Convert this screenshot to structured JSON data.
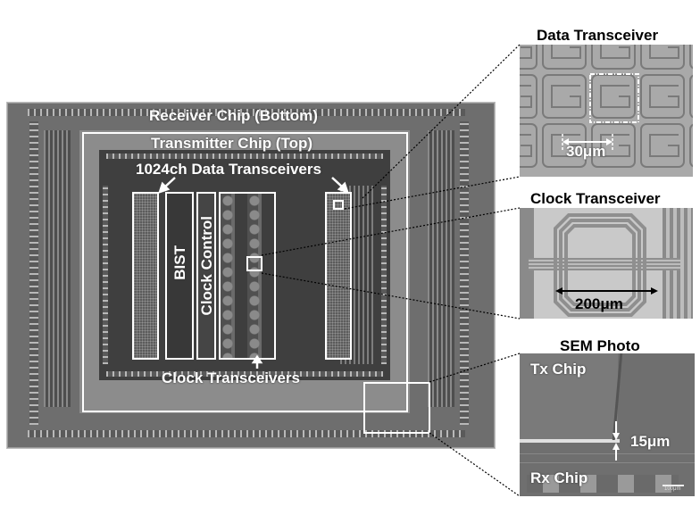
{
  "main_photo": {
    "labels": {
      "receiver_chip": "Receiver Chip (Bottom)",
      "transmitter_chip": "Transmitter Chip (Top)",
      "data_transceivers": "1024ch Data Transceivers",
      "bist": "BIST",
      "clock_control": "Clock Control",
      "clock_transceivers": "Clock Transceivers"
    }
  },
  "insets": [
    {
      "title": "Data Transceiver",
      "scale_label": "30μm"
    },
    {
      "title": "Clock Transceiver",
      "scale_label": "200μm"
    },
    {
      "title": "SEM Photo",
      "labels": {
        "top": "Tx Chip",
        "bottom": "Rx Chip"
      },
      "scale_label": "15μm",
      "scale_bar_label": "100μm"
    }
  ],
  "colors": {
    "label_text": "#ffffff",
    "title_text": "#000000",
    "die_gray": "#6e6e6e"
  }
}
